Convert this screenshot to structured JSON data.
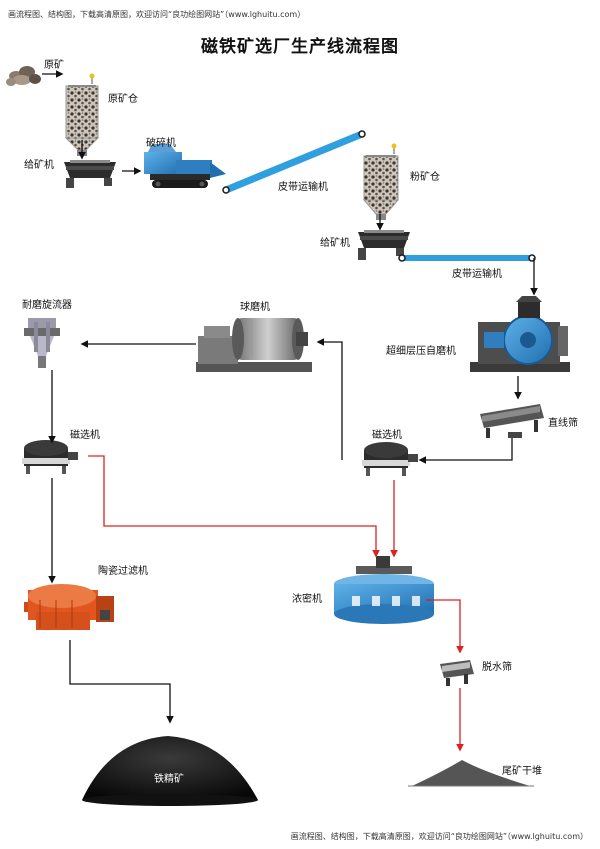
{
  "header_note": "画流程图、结构图，下载高清原图，欢迎访问“良功绘图网站”（www.lghuitu.com）",
  "footer_note": "画流程图、结构图，下载高清原图，欢迎访问“良功绘图网站”（www.lghuitu.com）",
  "title": "磁铁矿选厂生产线流程图",
  "labels": {
    "raw_ore": "原矿",
    "raw_ore_bin": "原矿仓",
    "feeder_1": "给矿机",
    "crusher": "破碎机",
    "belt_1": "皮带运输机",
    "powder_bin": "粉矿仓",
    "feeder_2": "给矿机",
    "belt_2": "皮带运输机",
    "hpgr_mill": "超细层压自磨机",
    "ball_mill": "球磨机",
    "hydrocyclone": "耐磨旋流器",
    "linear_screen": "直线筛",
    "mag_sep_1": "磁选机",
    "mag_sep_2": "磁选机",
    "ceramic_filter": "陶瓷过滤机",
    "thickener": "浓密机",
    "dewater_screen": "脱水筛",
    "iron_concentrate": "铁精矿",
    "tailings": "尾矿干堆"
  },
  "colors": {
    "ore_flow": "#111111",
    "tailings_flow": "#e02020",
    "belt": "#2f9fe0",
    "crusher_body": "#3f8fd0",
    "filter_body": "#e0561e"
  }
}
